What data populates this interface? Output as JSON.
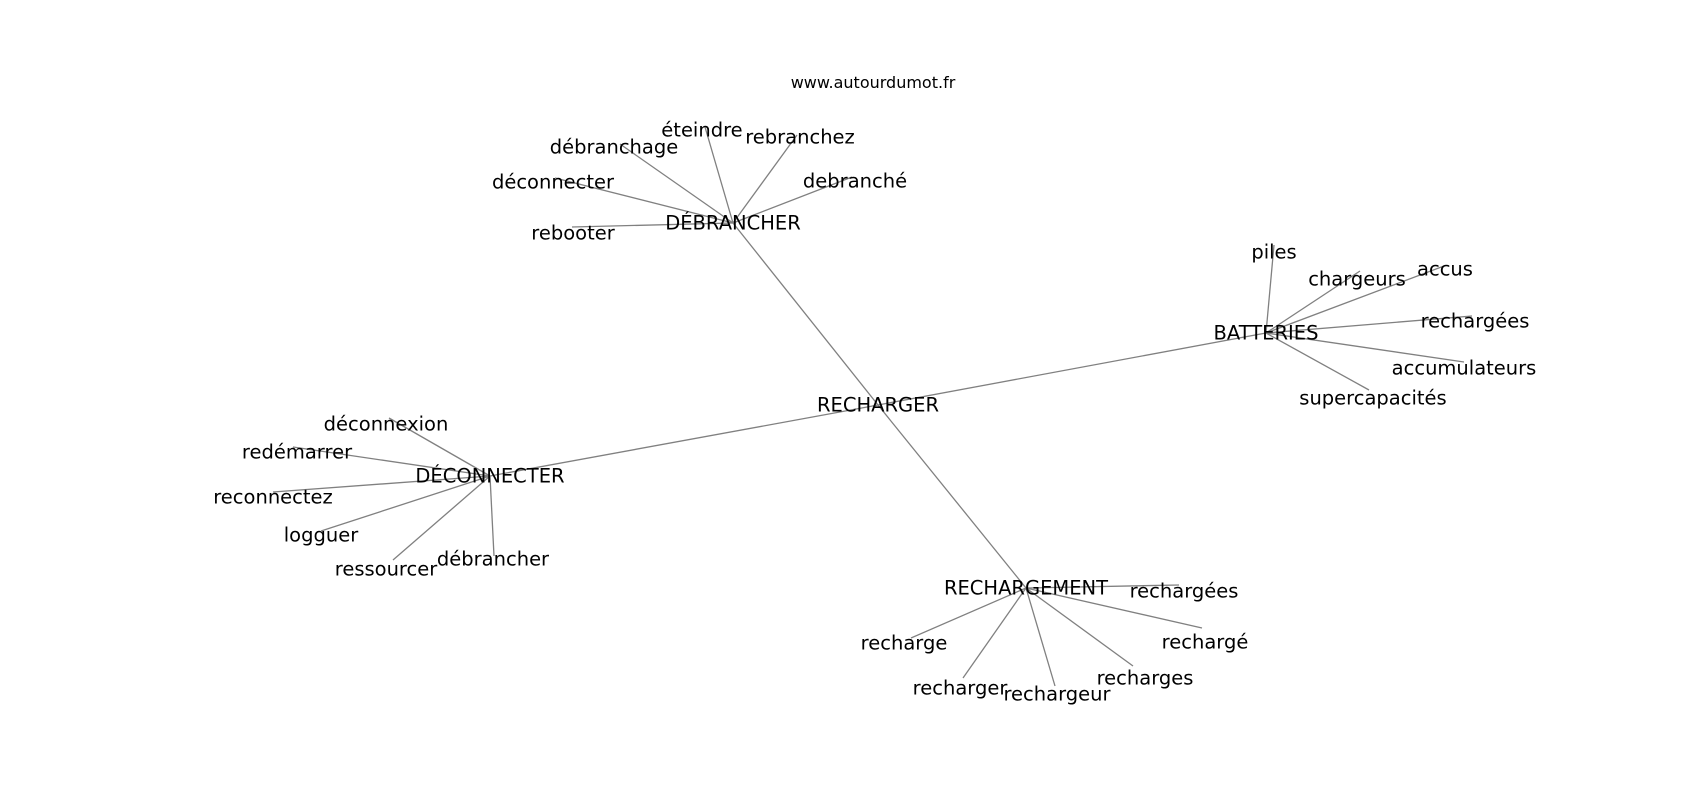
{
  "credit": "www.autourdumot.fr",
  "graph": {
    "center": "RECHARGER",
    "hubs": [
      {
        "label": "DÉBRANCHER",
        "leaves": [
          "éteindre",
          "débranchage",
          "rebranchez",
          "déconnecter",
          "debranché",
          "rebooter"
        ]
      },
      {
        "label": "BATTERIES",
        "leaves": [
          "piles",
          "chargeurs",
          "accus",
          "rechargées",
          "accumulateurs",
          "supercapacités"
        ]
      },
      {
        "label": "DÉCONNECTER",
        "leaves": [
          "déconnexion",
          "redémarrer",
          "reconnectez",
          "logguer",
          "ressourcer",
          "débrancher"
        ]
      },
      {
        "label": "RECHARGEMENT",
        "leaves": [
          "rechargées",
          "recharge",
          "rechargé",
          "recharges",
          "recharger",
          "rechargeur"
        ]
      }
    ]
  }
}
